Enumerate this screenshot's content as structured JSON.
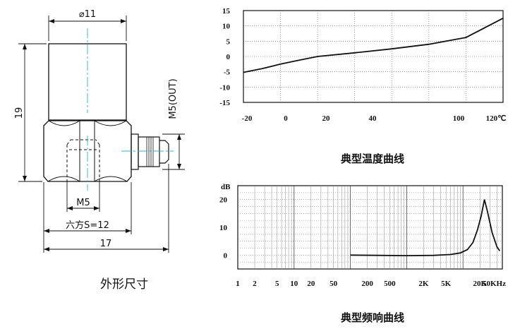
{
  "drawing": {
    "diameter_label": "⌀11",
    "height_label": "19",
    "connector_label": "M5(OUT)",
    "thread_label": "M5",
    "hex_label": "六方S=12",
    "width_label": "17",
    "caption": "外形尺寸"
  },
  "chart_data": [
    {
      "type": "line",
      "title": "典型温度曲线",
      "x_tick_labels": [
        "-20",
        "0",
        "20",
        "40",
        "100",
        "120℃"
      ],
      "y_ticks": [
        15,
        10,
        5,
        0,
        -5,
        -10,
        -15
      ],
      "y_tick_labels": [
        "15",
        "10",
        "5",
        "0",
        "-5",
        "-10",
        "-15"
      ],
      "xlim": [
        -20,
        120
      ],
      "ylim": [
        -15,
        15
      ],
      "grid": true,
      "series": [
        {
          "points": [
            [
              -20,
              -5.2
            ],
            [
              -10,
              -4
            ],
            [
              0,
              -2.5
            ],
            [
              10,
              -1.2
            ],
            [
              20,
              0
            ],
            [
              40,
              1.2
            ],
            [
              60,
              2.5
            ],
            [
              80,
              4
            ],
            [
              100,
              6.2
            ],
            [
              120,
              12.5
            ]
          ]
        }
      ]
    },
    {
      "type": "line",
      "title": "典型频响曲线",
      "y_unit": "dB",
      "x_scale": "log",
      "x_ticks": [
        1,
        2,
        5,
        10,
        20,
        50,
        200,
        500,
        2000,
        5000,
        20000,
        50000
      ],
      "x_tick_labels": [
        "1",
        "2",
        "5",
        "10",
        "20",
        "50",
        "200",
        "500",
        "2K",
        "5K",
        "20K",
        "50KHz"
      ],
      "y_ticks": [
        20,
        10,
        0
      ],
      "y_tick_labels": [
        "20",
        "10",
        "0"
      ],
      "xlim": [
        1,
        50000
      ],
      "ylim": [
        -5,
        25
      ],
      "grid": true,
      "series": [
        {
          "points": [
            [
              100,
              0
            ],
            [
              300,
              -0.1
            ],
            [
              1000,
              -0.2
            ],
            [
              3000,
              -0.1
            ],
            [
              6000,
              0.2
            ],
            [
              9000,
              0.8
            ],
            [
              12000,
              2
            ],
            [
              15000,
              4.5
            ],
            [
              18000,
              9
            ],
            [
              21000,
              14
            ],
            [
              24000,
              20
            ],
            [
              27000,
              16
            ],
            [
              33000,
              8
            ],
            [
              40000,
              3
            ],
            [
              45000,
              1.5
            ]
          ]
        }
      ]
    }
  ]
}
